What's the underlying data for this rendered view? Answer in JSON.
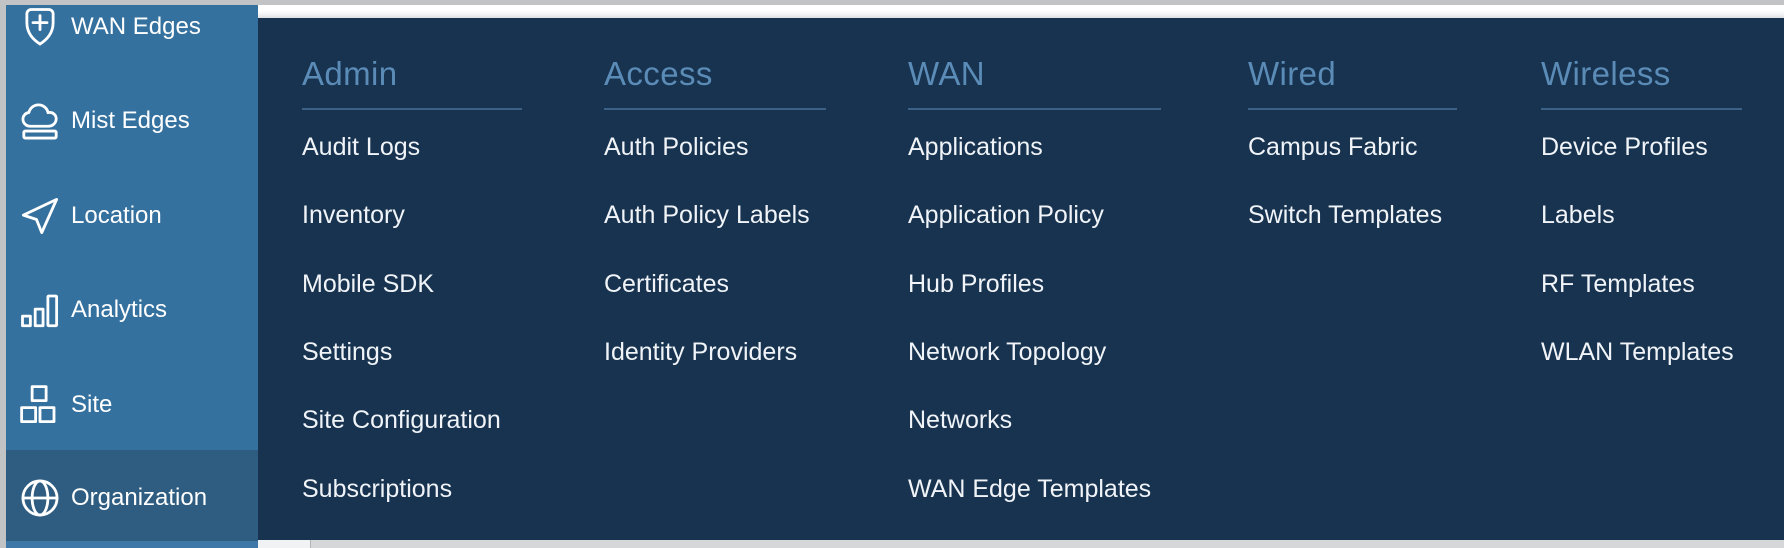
{
  "palette": {
    "sidebar_bg": "#35719f",
    "sidebar_selected_bg": "#2e5d81",
    "flyout_bg": "#18334f",
    "column_header_text": "#5b8cb7",
    "column_rule": "#48719a",
    "menu_item_text": "#f0f4f8",
    "sidebar_text": "#ffffff",
    "chrome_gray": "#c1c3c5",
    "bottom_strip_gray": "#d5d7d9"
  },
  "sidebar": {
    "items": [
      {
        "label": "WAN Edges",
        "icon": "shield-plus-icon",
        "selected": false
      },
      {
        "label": "Mist Edges",
        "icon": "cloud-edge-icon",
        "selected": false
      },
      {
        "label": "Location",
        "icon": "paper-plane-icon",
        "selected": false
      },
      {
        "label": "Analytics",
        "icon": "bar-chart-icon",
        "selected": false
      },
      {
        "label": "Site",
        "icon": "site-blocks-icon",
        "selected": false
      },
      {
        "label": "Organization",
        "icon": "globe-icon",
        "selected": true
      }
    ]
  },
  "flyout": {
    "columns": [
      {
        "title": "Admin",
        "items": [
          "Audit Logs",
          "Inventory",
          "Mobile SDK",
          "Settings",
          "Site Configuration",
          "Subscriptions"
        ]
      },
      {
        "title": "Access",
        "items": [
          "Auth Policies",
          "Auth Policy Labels",
          "Certificates",
          "Identity Providers"
        ]
      },
      {
        "title": "WAN",
        "items": [
          "Applications",
          "Application Policy",
          "Hub Profiles",
          "Network Topology",
          "Networks",
          "WAN Edge Templates"
        ]
      },
      {
        "title": "Wired",
        "items": [
          "Campus Fabric",
          "Switch Templates"
        ]
      },
      {
        "title": "Wireless",
        "items": [
          "Device Profiles",
          "Labels",
          "RF Templates",
          "WLAN Templates"
        ]
      }
    ]
  }
}
